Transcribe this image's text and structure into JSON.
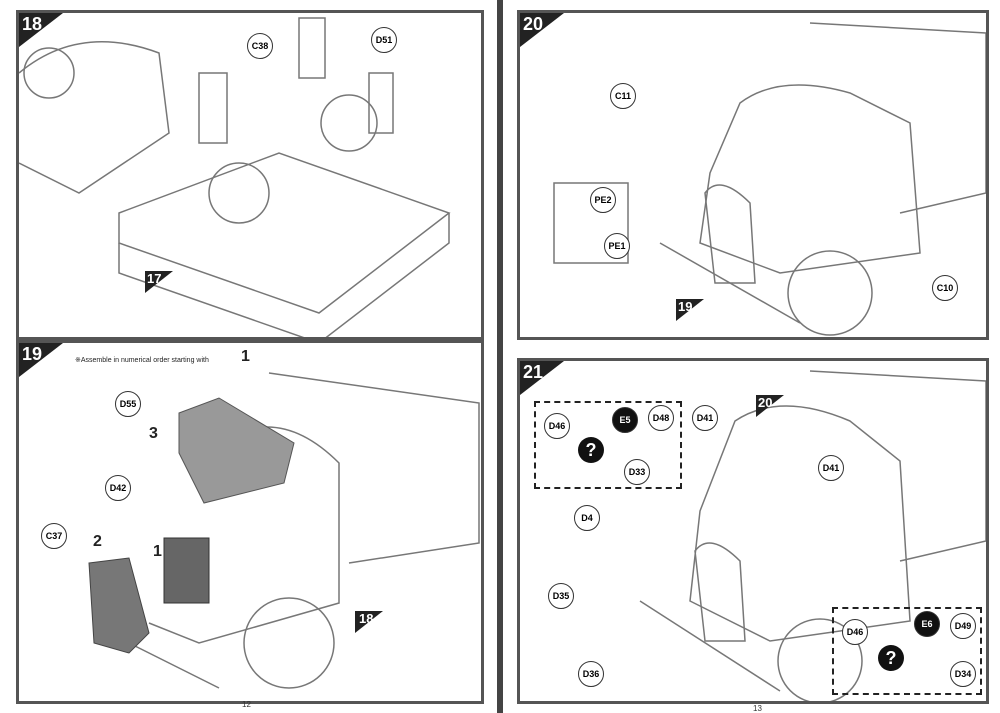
{
  "left_page": {
    "page_number": "12",
    "step18": {
      "number": "18",
      "ref_step": "17",
      "callouts": [
        "C38",
        "D51"
      ]
    },
    "step19": {
      "number": "19",
      "ref_step": "18",
      "note": "※Assemble in numerical order starting with",
      "note_num": "1",
      "callouts": [
        "D55",
        "D42",
        "C37"
      ],
      "order": [
        "3",
        "1",
        "2"
      ]
    }
  },
  "right_page": {
    "page_number": "13",
    "step20": {
      "number": "20",
      "ref_step": "19",
      "callouts": [
        "C11",
        "PE2",
        "PE1",
        "C10"
      ]
    },
    "step21": {
      "number": "21",
      "ref_step": "20",
      "callouts": [
        "D46",
        "E5",
        "D48",
        "D33",
        "D41",
        "D41",
        "D4",
        "D35",
        "D36",
        "D46",
        "E6",
        "D49",
        "D34"
      ],
      "question": "?"
    }
  }
}
